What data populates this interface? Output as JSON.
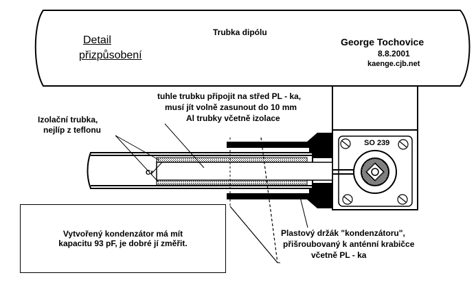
{
  "title": {
    "line1": "Detail",
    "line2": "přizpůsobení"
  },
  "dipole_tube_label": "Trubka dipólu",
  "author": {
    "name": "George Tochovice",
    "date": "8.8.2001",
    "website": "kaenge.cjb.net"
  },
  "center_tube_note": {
    "line1": "tuhle trubku připojit na střed PL - ka,",
    "line2": "musí jít volně zasunout do 10 mm",
    "line3": "Al trubky včetně izolace"
  },
  "insulation_note": {
    "line1": "Izolační trubka,",
    "line2": "nejlíp z teflonu"
  },
  "capacitor_symbol": "Cr",
  "connector_label": "SO 239",
  "capacitor_note": {
    "line1": "Vytvořený kondenzátor má mít",
    "line2": "kapacitu 93 pF, je dobré jí změřit."
  },
  "holder_note": {
    "line1": "Plastový držák \"kondenzátoru\",",
    "line2": "přišroubovaný k anténní krabičce",
    "line3": "včetně PL - ka"
  }
}
